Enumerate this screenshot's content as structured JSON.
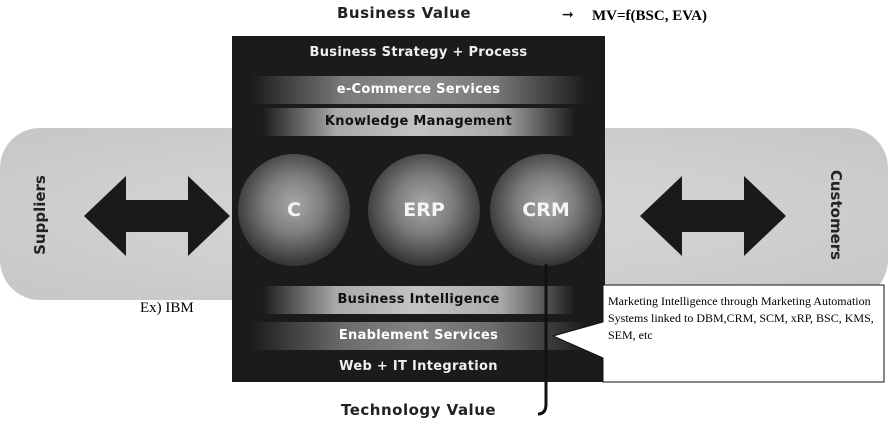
{
  "top": {
    "title": "Business Value",
    "formula": "MV=f(BSC, EVA)"
  },
  "layers": {
    "strategy": "Business Strategy + Process",
    "ecommerce": "e-Commerce Services",
    "knowledge": "Knowledge Management",
    "business_intelligence": "Business Intelligence",
    "enablement": "Enablement Services",
    "web_it": "Web + IT Integration"
  },
  "circles": [
    "C",
    "ERP",
    "CRM"
  ],
  "sides": {
    "left": "Suppliers",
    "right": "Customers"
  },
  "note": "Ex) IBM",
  "bottom": {
    "title": "Technology Value"
  },
  "callout": {
    "text": "Marketing Intelligence through Marketing Automation Systems linked to DBM,CRM, SCM, xRP, BSC, KMS, SEM, etc"
  },
  "colors": {
    "box": "#1b1b1b",
    "band": "#cfcfcf",
    "arrows": "#1a1a1a"
  }
}
